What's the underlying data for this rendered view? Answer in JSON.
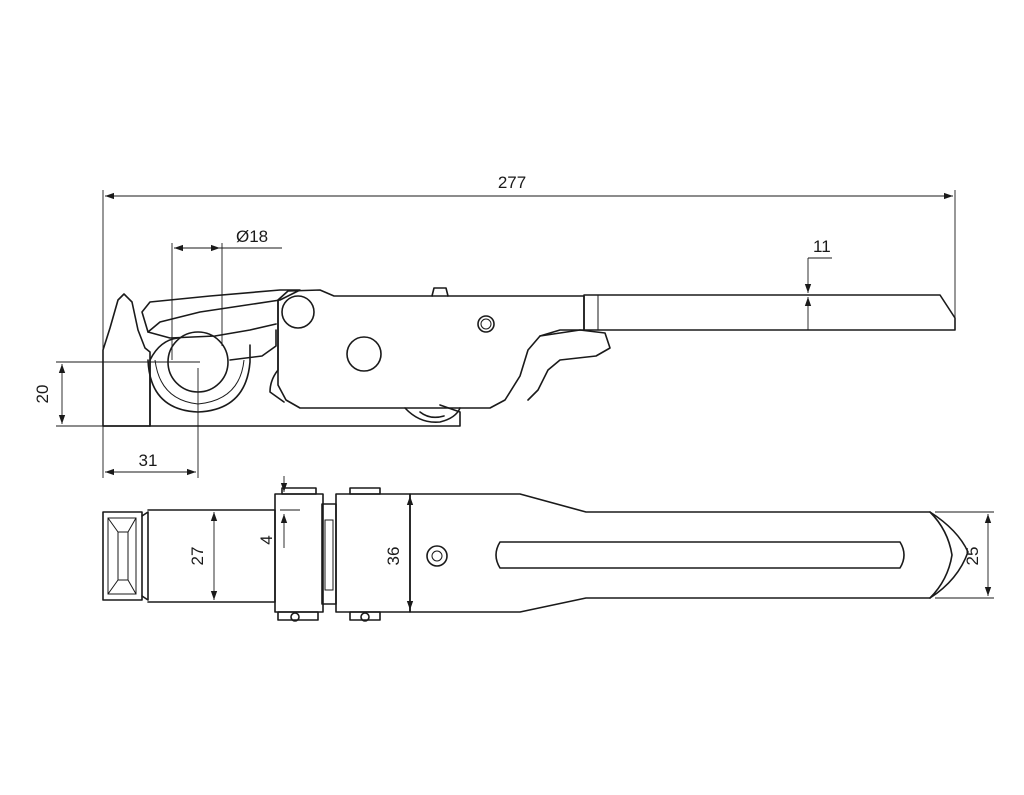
{
  "dimensions": {
    "overall_length": "277",
    "pin_diameter": "Ø18",
    "handle_thickness": "11",
    "pin_height": "20",
    "pin_offset": "31",
    "hook_width": "27",
    "gap": "4",
    "body_width": "36",
    "handle_width": "25"
  },
  "colors": {
    "line": "#1a1a1a",
    "background": "#ffffff"
  }
}
